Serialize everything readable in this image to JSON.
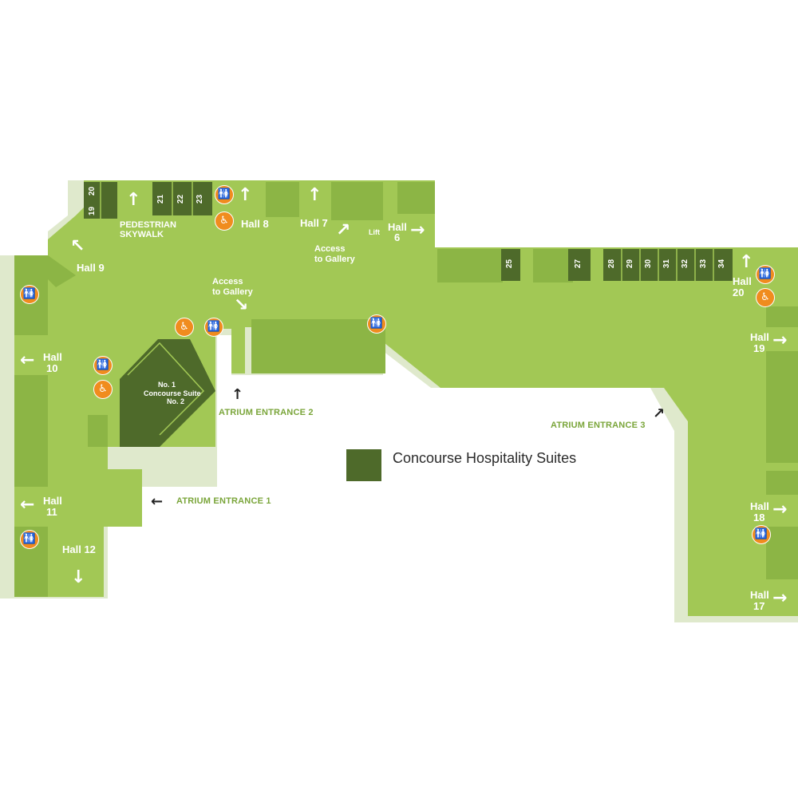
{
  "colors": {
    "floor": "#a2c855",
    "room": "#8cb545",
    "room_dark": "#7aa43a",
    "suite": "#4e6a2a",
    "outline": "#dfe9cc",
    "entrance_text": "#7aa53a",
    "icon": "#f08c1e"
  },
  "halls": {
    "hall_8": "Hall 8",
    "hall_7": "Hall 7",
    "hall_6_a": "Hall",
    "hall_6_b": "6",
    "hall_9": "Hall 9",
    "hall_10_a": "Hall",
    "hall_10_b": "10",
    "hall_11_a": "Hall",
    "hall_11_b": "11",
    "hall_12": "Hall 12",
    "hall_20_a": "Hall",
    "hall_20_b": "20",
    "hall_19_a": "Hall",
    "hall_19_b": "19",
    "hall_18_a": "Hall",
    "hall_18_b": "18",
    "hall_17_a": "Hall",
    "hall_17_b": "17"
  },
  "labels": {
    "skywalk_a": "PEDESTRIAN",
    "skywalk_b": "SKYWALK",
    "lift": "Lift",
    "gallery_1_a": "Access",
    "gallery_1_b": "to Gallery",
    "gallery_2_a": "Access",
    "gallery_2_b": "to Gallery",
    "suite_no1": "No. 1",
    "suite_name": "Concourse Suite",
    "suite_no2": "No. 2"
  },
  "entrances": {
    "atrium_1": "ATRIUM ENTRANCE 1",
    "atrium_2": "ATRIUM ENTRANCE 2",
    "atrium_3": "ATRIUM ENTRANCE 3"
  },
  "suites": [
    "20",
    "19",
    "21",
    "22",
    "23",
    "25",
    "27",
    "28",
    "29",
    "30",
    "31",
    "32",
    "33",
    "34"
  ],
  "legend": {
    "label": "Concourse Hospitality Suites"
  },
  "icons": {
    "toilet": "toilet-icon",
    "accessible": "wheelchair-icon",
    "arrow": "arrow-icon"
  }
}
